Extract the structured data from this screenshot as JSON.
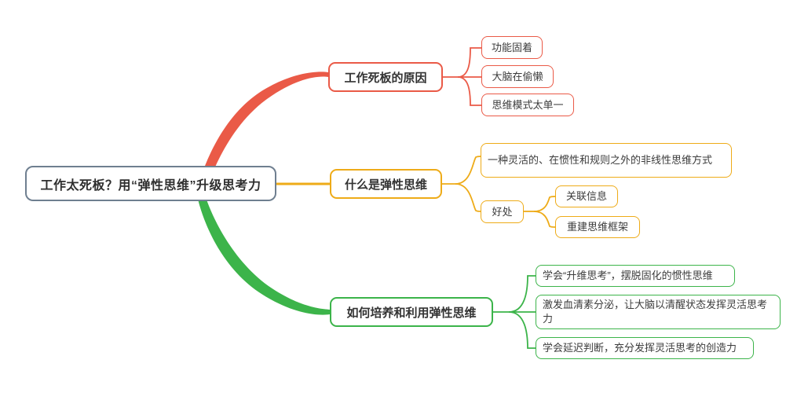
{
  "mindmap": {
    "root": {
      "label": "工作太死板？用“弹性思维”升级思考力",
      "color": "#6f7f90"
    },
    "branches": [
      {
        "label": "工作死板的原因",
        "color": "#ea5a47",
        "children": [
          {
            "label": "功能固着"
          },
          {
            "label": "大脑在偷懒"
          },
          {
            "label": "思维模式太单一"
          }
        ]
      },
      {
        "label": "什么是弹性思维",
        "color": "#eeab18",
        "children": [
          {
            "label": "一种灵活的、在惯性和规则之外的非线性思维方式"
          },
          {
            "label": "好处",
            "children": [
              {
                "label": "关联信息"
              },
              {
                "label": "重建思维框架"
              }
            ]
          }
        ]
      },
      {
        "label": "如何培养和利用弹性思维",
        "color": "#3cb44a",
        "children": [
          {
            "label": "学会“升维思考”，摆脱固化的惯性思维"
          },
          {
            "label": "激发血清素分泌，让大脑以清醒状态发挥灵活思考力"
          },
          {
            "label": "学会延迟判断，充分发挥灵活思考的创造力"
          }
        ]
      }
    ]
  }
}
